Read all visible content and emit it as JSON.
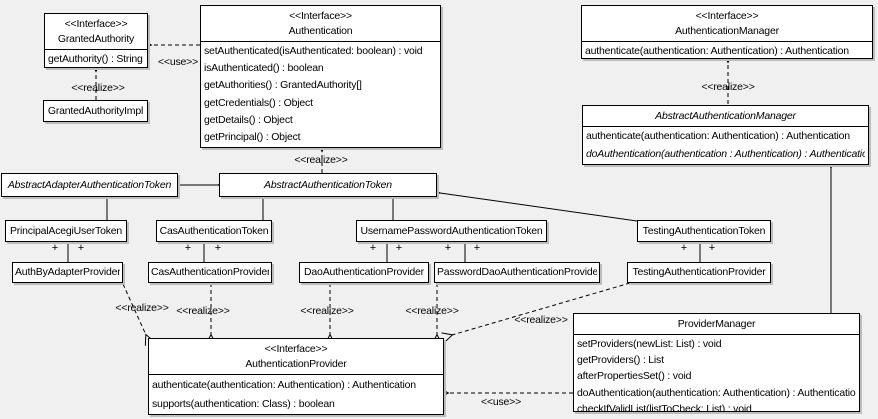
{
  "diagram": {
    "colors": {
      "background": "#f0f0f0",
      "box_fill": "#ffffff",
      "line": "#000000"
    },
    "plus_symbol": "+",
    "classes": [
      {
        "id": "granted-authority",
        "stereotype": "<<Interface>>",
        "name": "GrantedAuthority",
        "methods": [
          {
            "text": "getAuthority() : String"
          }
        ]
      },
      {
        "id": "granted-authority-impl",
        "name": "GrantedAuthorityImpl",
        "methods": []
      },
      {
        "id": "authentication",
        "stereotype": "<<Interface>>",
        "name": "Authentication",
        "methods": [
          {
            "text": "setAuthenticated(isAuthenticated: boolean) : void"
          },
          {
            "text": "isAuthenticated() : boolean"
          },
          {
            "text": "getAuthorities() : GrantedAuthority[]"
          },
          {
            "text": "getCredentials() : Object"
          },
          {
            "text": "getDetails() : Object"
          },
          {
            "text": "getPrincipal() : Object"
          }
        ]
      },
      {
        "id": "authentication-manager",
        "stereotype": "<<Interface>>",
        "name": "AuthenticationManager",
        "methods": [
          {
            "text": "authenticate(authentication: Authentication) : Authentication"
          }
        ]
      },
      {
        "id": "abstract-authentication-manager",
        "name": "AbstractAuthenticationManager",
        "abstract": true,
        "methods": [
          {
            "text": "authenticate(authentication: Authentication) : Authentication"
          },
          {
            "text": "doAuthentication(authentication : Authentication) : Authentication",
            "italic": true
          }
        ]
      },
      {
        "id": "abstract-adapter-authentication-token",
        "name": "AbstractAdapterAuthenticationToken",
        "abstract": true,
        "methods": []
      },
      {
        "id": "abstract-authentication-token",
        "name": "AbstractAuthenticationToken",
        "abstract": true,
        "methods": []
      },
      {
        "id": "principal-acegi-user-token",
        "name": "PrincipalAcegiUserToken",
        "methods": []
      },
      {
        "id": "cas-authentication-token",
        "name": "CasAuthenticationToken",
        "methods": []
      },
      {
        "id": "username-password-authentication-token",
        "name": "UsernamePasswordAuthenticationToken",
        "methods": []
      },
      {
        "id": "testing-authentication-token",
        "name": "TestingAuthenticationToken",
        "methods": []
      },
      {
        "id": "auth-by-adapter-provider",
        "name": "AuthByAdapterProvider",
        "methods": []
      },
      {
        "id": "cas-authentication-provider",
        "name": "CasAuthenticationProvider",
        "methods": []
      },
      {
        "id": "dao-authentication-provider",
        "name": "DaoAuthenticationProvider",
        "methods": []
      },
      {
        "id": "password-dao-authentication-provider",
        "name": "PasswordDaoAuthenticationProvider",
        "methods": []
      },
      {
        "id": "testing-authentication-provider",
        "name": "TestingAuthenticationProvider",
        "methods": []
      },
      {
        "id": "authentication-provider",
        "stereotype": "<<Interface>>",
        "name": "AuthenticationProvider",
        "methods": [
          {
            "text": "authenticate(authentication: Authentication) : Authentication"
          },
          {
            "text": "supports(authentication: Class) : boolean"
          }
        ]
      },
      {
        "id": "provider-manager",
        "name": "ProviderManager",
        "methods": [
          {
            "text": "setProviders(newList: List) : void"
          },
          {
            "text": "getProviders() : List"
          },
          {
            "text": "afterPropertiesSet() : void"
          },
          {
            "text": "doAuthentication(authentication: Authentication) : Authentication"
          },
          {
            "text": "checkIfValidList(listToCheck: List) : void"
          }
        ]
      }
    ],
    "connector_labels": [
      {
        "id": "use-granted-authority",
        "text": "<<use>>"
      },
      {
        "id": "realize-granted-authority-impl",
        "text": "<<realize>>"
      },
      {
        "id": "realize-abstract-authentication-token",
        "text": "<<realize>>"
      },
      {
        "id": "realize-abstract-authentication-manager",
        "text": "<<realize>>"
      },
      {
        "id": "realize-auth-by-adapter-provider",
        "text": "<<realize>>"
      },
      {
        "id": "realize-cas-authentication-provider",
        "text": "<<realize>>"
      },
      {
        "id": "realize-dao-authentication-provider",
        "text": "<<realize>>"
      },
      {
        "id": "realize-password-dao-authentication-provider",
        "text": "<<realize>>"
      },
      {
        "id": "realize-testing-authentication-provider",
        "text": "<<realize>>"
      },
      {
        "id": "use-provider-manager",
        "text": "<<use>>"
      }
    ]
  }
}
